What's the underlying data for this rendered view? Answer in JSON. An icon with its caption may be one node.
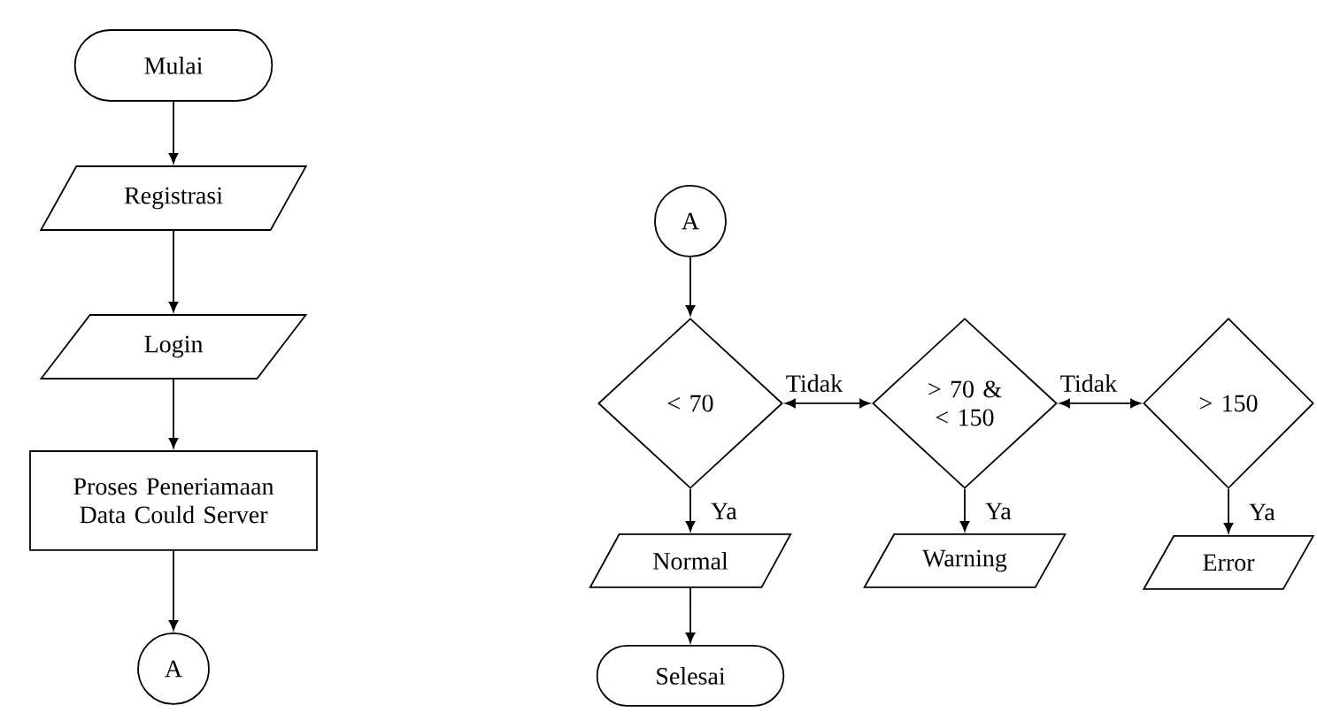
{
  "diagram": {
    "nodes": [
      {
        "text": [
          "Mulai"
        ]
      },
      {
        "text": [
          "Registrasi"
        ]
      },
      {
        "text": [
          "Login"
        ]
      },
      {
        "text": [
          "Proses Peneriamaan Data Could Server"
        ]
      },
      {
        "text": [
          "A"
        ]
      },
      {
        "text": [
          "A"
        ]
      },
      {
        "text": [
          "< 70"
        ]
      },
      {
        "text": [
          "> 70 & < 150"
        ]
      },
      {
        "text": [
          "> 150"
        ]
      },
      {
        "text": [
          "Normal"
        ]
      },
      {
        "text": [
          "Warning"
        ]
      },
      {
        "text": [
          "Error"
        ]
      },
      {
        "text": [
          "Selesai"
        ]
      }
    ],
    "edges": [
      {
        "from": 0,
        "to": 1,
        "arrow": "to"
      },
      {
        "from": 1,
        "to": 2,
        "arrow": "to"
      },
      {
        "from": 2,
        "to": 3,
        "arrow": "to"
      },
      {
        "from": 3,
        "to": 4,
        "arrow": "to"
      },
      {
        "from": 5,
        "to": 6,
        "arrow": "to"
      },
      {
        "from": 6,
        "to": 7,
        "arrow": "both",
        "label": "Tidak"
      },
      {
        "from": 7,
        "to": 8,
        "arrow": "both",
        "label": "Tidak"
      },
      {
        "from": 6,
        "to": 9,
        "arrow": "to",
        "label": "Ya"
      },
      {
        "from": 7,
        "to": 10,
        "arrow": "to",
        "label": "Ya"
      },
      {
        "from": 8,
        "to": 11,
        "arrow": "to",
        "label": "Ya"
      },
      {
        "from": 9,
        "to": 12,
        "arrow": "to"
      }
    ]
  }
}
